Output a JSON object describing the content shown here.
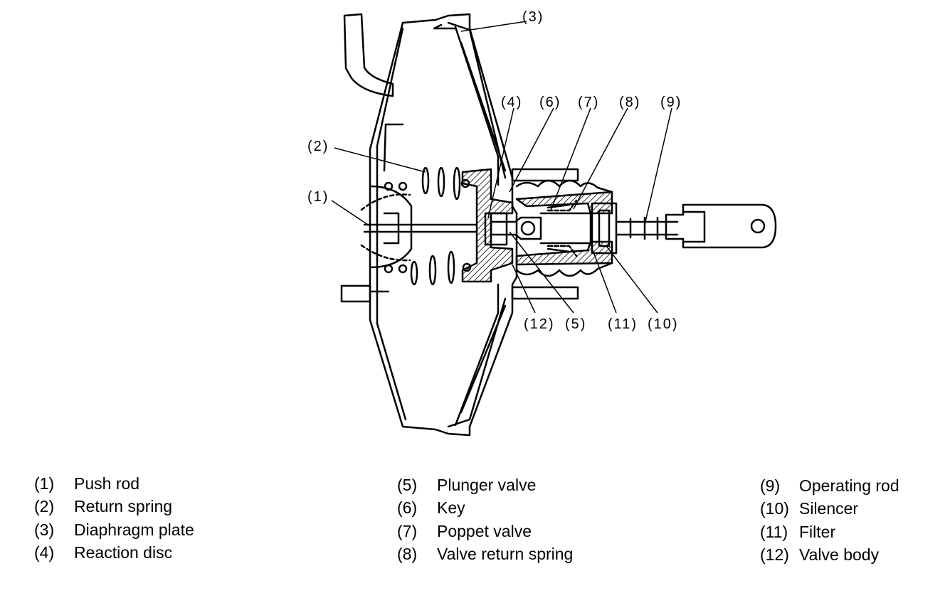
{
  "callouts": {
    "c1": "(1)",
    "c2": "(2)",
    "c3": "(3)",
    "c4": "(4)",
    "c5": "(5)",
    "c6": "(6)",
    "c7": "(7)",
    "c8": "(8)",
    "c9": "(9)",
    "c10": "(10)",
    "c11": "(11)",
    "c12": "(12)"
  },
  "legend": {
    "col1": [
      {
        "num": "(1)",
        "label": "Push rod"
      },
      {
        "num": "(2)",
        "label": "Return spring"
      },
      {
        "num": "(3)",
        "label": "Diaphragm plate"
      },
      {
        "num": "(4)",
        "label": "Reaction disc"
      }
    ],
    "col2": [
      {
        "num": "(5)",
        "label": "Plunger valve"
      },
      {
        "num": "(6)",
        "label": "Key"
      },
      {
        "num": "(7)",
        "label": "Poppet valve"
      },
      {
        "num": "(8)",
        "label": "Valve return spring"
      }
    ],
    "col3": [
      {
        "num": "(9)",
        "label": "Operating rod"
      },
      {
        "num": "(10)",
        "label": "Silencer"
      },
      {
        "num": "(11)",
        "label": "Filter"
      },
      {
        "num": "(12)",
        "label": "Valve body"
      }
    ]
  }
}
